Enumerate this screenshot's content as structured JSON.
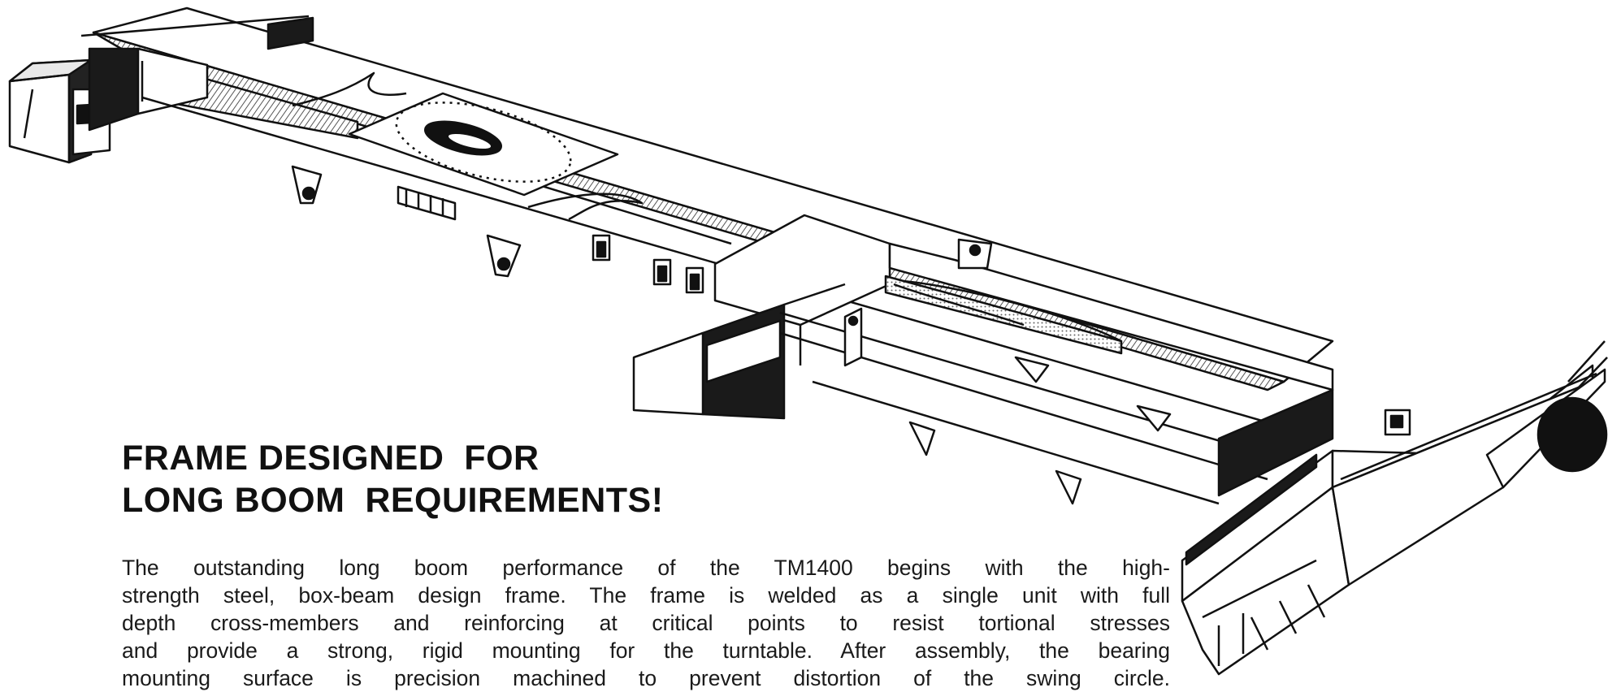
{
  "colors": {
    "ink": "#111111",
    "paper": "#ffffff",
    "hatch": "#555555"
  },
  "illustration": {
    "subject": "crane-frame-drawing"
  },
  "headline": {
    "line1": "FRAME DESIGNED  FOR",
    "line2": "LONG BOOM  REQUIREMENTS!"
  },
  "body": {
    "lines": [
      "The outstanding long boom performance of the TM1400 begins with the high-",
      "strength steel, box-beam design frame. The frame is welded as a single unit with full",
      "depth cross-members and reinforcing at critical points to resist tortional stresses",
      "and provide a strong, rigid mounting for the turntable. After assembly, the bearing",
      "mounting surface is precision machined to prevent distortion of the swing circle."
    ]
  }
}
